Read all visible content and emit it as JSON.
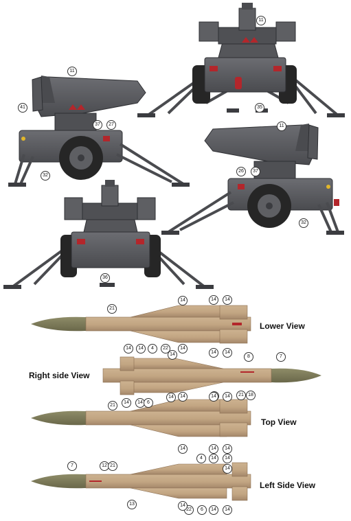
{
  "colors": {
    "launcher_gray": "#5e5f63",
    "launcher_dark": "#3b3c40",
    "missile_tan": "#c2a582",
    "missile_tan_dark": "#a4876a",
    "warhead_olive": "#7c7a58",
    "marking_red": "#b3262b",
    "marking_yellow": "#e2b72a",
    "tire_black": "#262626"
  },
  "launcher_views": [
    {
      "name": "rear-view",
      "callouts": [
        "11",
        "35"
      ]
    },
    {
      "name": "left-side-view",
      "callouts": [
        "11",
        "41",
        "37",
        "27",
        "32"
      ]
    },
    {
      "name": "right-side-view",
      "callouts": [
        "11",
        "26",
        "37",
        "32"
      ]
    },
    {
      "name": "front-view",
      "callouts": [
        "36"
      ]
    }
  ],
  "missile_views": [
    {
      "label": "Lower View",
      "callouts": [
        "21",
        "14",
        "14",
        "14",
        "14",
        "14",
        "14"
      ]
    },
    {
      "label": "Right side View",
      "callouts": [
        "14",
        "14",
        "4",
        "22",
        "14",
        "8",
        "7",
        "14",
        "14",
        "6",
        "14",
        "14",
        "21",
        "18"
      ]
    },
    {
      "label": "Top View",
      "callouts": [
        "21",
        "14",
        "14",
        "14",
        "14",
        "14",
        "14"
      ]
    },
    {
      "label": "Left Side View",
      "callouts": [
        "7",
        "12",
        "21",
        "4",
        "14",
        "14",
        "14",
        "13",
        "22",
        "14",
        "6",
        "14",
        "14"
      ]
    }
  ]
}
